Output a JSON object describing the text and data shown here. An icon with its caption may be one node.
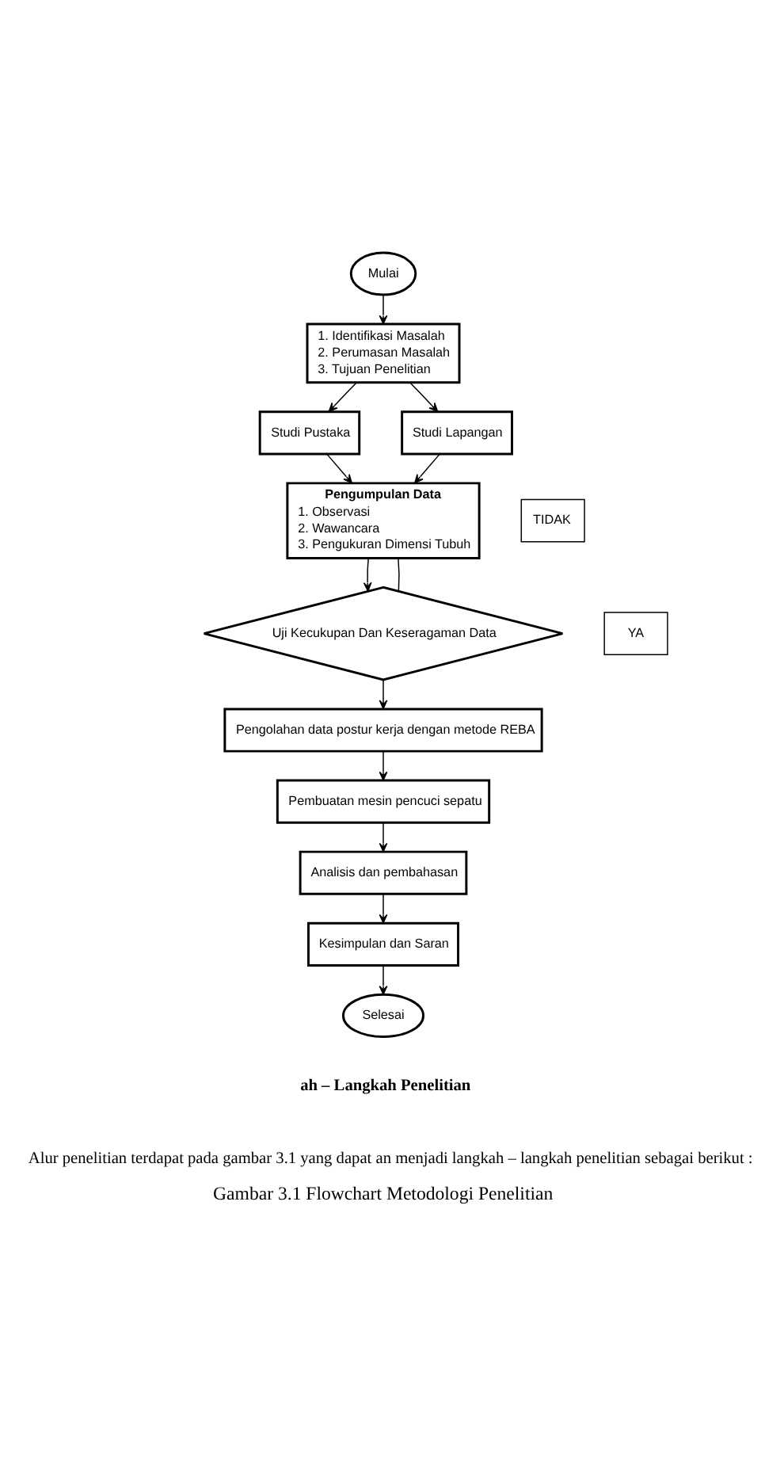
{
  "diagram": {
    "caption": "Gambar 3.1 Flowchart Metodologi Penelitian",
    "nodes": [
      {
        "text": [
          "Mulai"
        ]
      },
      {
        "text": [
          "1. Identifikasi Masalah",
          "2. Perumasan Masalah",
          "3. Tujuan Penelitian"
        ]
      },
      {
        "text": [
          "Studi Pustaka"
        ]
      },
      {
        "text": [
          "Studi Lapangan"
        ]
      },
      {
        "text": [
          "Pengumpulan Data",
          "1. Observasi",
          "2. Wawancara",
          "3. Pengukuran Dimensi Tubuh"
        ]
      },
      {
        "text": [
          "Uji Kecukupan Dan Keseragaman Data"
        ]
      },
      {
        "text": [
          "TIDAK"
        ]
      },
      {
        "text": [
          "YA"
        ]
      },
      {
        "text": [
          "Pengolahan data postur kerja dengan metode REBA"
        ]
      },
      {
        "text": [
          "Pembuatan mesin pencuci sepatu"
        ]
      },
      {
        "text": [
          "Analisis dan pembahasan"
        ]
      },
      {
        "text": [
          "Kesimpulan dan Saran"
        ]
      },
      {
        "text": [
          "Selesai"
        ]
      }
    ],
    "edges": [
      {
        "from": 0,
        "to": 1,
        "arrow": "to"
      },
      {
        "from": 1,
        "to": 2,
        "arrow": "to"
      },
      {
        "from": 1,
        "to": 3,
        "arrow": "to"
      },
      {
        "from": 2,
        "to": 4,
        "arrow": "to"
      },
      {
        "from": 3,
        "to": 4,
        "arrow": "to"
      },
      {
        "from": 4,
        "to": 5,
        "arrow": "to"
      },
      {
        "from": 5,
        "to": 4,
        "arrow": "none"
      },
      {
        "from": 5,
        "to": 8,
        "arrow": "to"
      },
      {
        "from": 8,
        "to": 9,
        "arrow": "to"
      },
      {
        "from": 9,
        "to": 10,
        "arrow": "to"
      },
      {
        "from": 10,
        "to": 11,
        "arrow": "to"
      },
      {
        "from": 11,
        "to": 12,
        "arrow": "to"
      }
    ],
    "labels": [
      "ah – Langkah Penelitian",
      "Alur penelitian terdapat pada gambar 3.1 yang dapat an menjadi langkah – langkah penelitian sebagai berikut :"
    ]
  }
}
